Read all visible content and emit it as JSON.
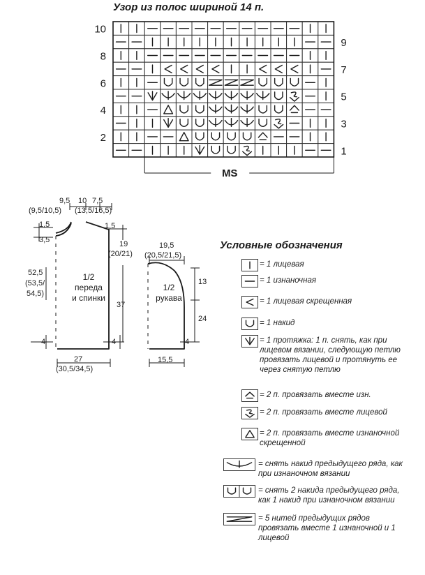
{
  "chart_title": "Узор из полос шириной 14 п.",
  "grid": {
    "cols": 14,
    "rows_top_to_bottom": [
      {
        "n": "10",
        "side": "left",
        "cells": [
          "|",
          "|",
          "-",
          "-",
          "-",
          "-",
          "-",
          "-",
          "-",
          "-",
          "-",
          "-",
          "|",
          "|"
        ]
      },
      {
        "n": "9",
        "side": "right",
        "cells": [
          "-",
          "-",
          "|",
          "|",
          "|",
          "|",
          "|",
          "|",
          "|",
          "|",
          "|",
          "|",
          "-",
          "-"
        ]
      },
      {
        "n": "8",
        "side": "left",
        "cells": [
          "|",
          "|",
          "-",
          "-",
          "-",
          "-",
          "-",
          "-",
          "-",
          "-",
          "-",
          "-",
          "|",
          "|"
        ]
      },
      {
        "n": "7",
        "side": "right",
        "cells": [
          "-",
          "-",
          "|",
          "<",
          "<",
          "<",
          "<",
          "|",
          "|",
          "<",
          "<",
          "<",
          "|",
          "-"
        ]
      },
      {
        "n": "6",
        "side": "left",
        "cells": [
          "|",
          "|",
          "-",
          "U",
          "U",
          "U",
          "Z",
          "Z",
          "Z",
          "U",
          "U",
          "U",
          "-",
          "|"
        ]
      },
      {
        "n": "5",
        "side": "right",
        "cells": [
          "-",
          "-",
          "v",
          "W",
          "W",
          "W",
          "W",
          "W",
          "W",
          "W",
          "U",
          "s",
          "-",
          "|"
        ]
      },
      {
        "n": "4",
        "side": "left",
        "cells": [
          "|",
          "|",
          "-",
          "tri",
          "U",
          "U",
          "W",
          "W",
          "W",
          "U",
          "U",
          "p",
          "-",
          "-"
        ]
      },
      {
        "n": "3",
        "side": "right",
        "cells": [
          "-",
          "|",
          "|",
          "v",
          "U",
          "U",
          "W",
          "W",
          "W",
          "U",
          "s",
          "-",
          "|",
          "|"
        ]
      },
      {
        "n": "2",
        "side": "left",
        "cells": [
          "|",
          "|",
          "-",
          "-",
          "tri",
          "U",
          "U",
          "U",
          "U",
          "p",
          "-",
          "-",
          "|",
          "|"
        ]
      },
      {
        "n": "1",
        "side": "right",
        "cells": [
          "-",
          "-",
          "|",
          "|",
          "|",
          "v",
          "U",
          "U",
          "s",
          "|",
          "|",
          "|",
          "-",
          "-"
        ]
      }
    ],
    "repeat_label": "MS"
  },
  "pieces": {
    "body": {
      "label_lines": [
        "1/2",
        "переда",
        "и спинки"
      ],
      "dims": {
        "top_a": "9,5",
        "top_b": "10",
        "top_c": "7,5",
        "top_sizes_a": "(9,5/10,5)",
        "top_sizes_b": "(13,5/16,5)",
        "neck_side": "1,5",
        "neck_depth": "3,5",
        "shoulder_drop": "1,5",
        "armhole": "19",
        "armhole_sizes": "(20/21)",
        "length": "52,5",
        "length_s1": "(53,5/",
        "length_s2": "54,5)",
        "side": "37",
        "rib_left": "4",
        "rib_right": "4",
        "width": "27",
        "width_sizes": "(30,5/34,5)"
      }
    },
    "sleeve": {
      "label_lines": [
        "1/2",
        "рукава"
      ],
      "dims": {
        "top": "19,5",
        "top_sizes": "(20,5/21,5)",
        "cap": "13",
        "seam": "24",
        "rib": "4",
        "cuff": "15,5"
      }
    }
  },
  "legend": {
    "title": "Условные обозначения",
    "items": [
      {
        "icon": "knit-icon",
        "text": "= 1 лицевая"
      },
      {
        "icon": "purl-icon",
        "text": "= 1 изнаночная"
      },
      {
        "icon": "knit-crossed-icon",
        "text": "= 1 лицевая скрещенная"
      },
      {
        "icon": "yarn-over-icon",
        "text": "= 1 накид"
      },
      {
        "icon": "pull-through-icon",
        "text": "= 1 протяжка: 1 п. снять, как при лицевом вязании, следующую петлю провязать лицевой и протянуть ее через снятую петлю"
      },
      {
        "icon": "k2tog-purl-icon",
        "text": "= 2 п. провязать вместе изн."
      },
      {
        "icon": "k2tog-knit-icon",
        "text": "= 2 п. провязать вместе лицевой"
      },
      {
        "icon": "k2tog-purl-crossed-icon",
        "text": "= 2 п. провязать вместе изнаночной скрещенной"
      },
      {
        "icon": "slip-yo-icon",
        "text": "= снять накид предыдущего ряда, как при изнаночном вязании"
      },
      {
        "icon": "slip-2yo-icon",
        "text": "= снять 2 накида предыдущего ряда, как 1 накид при изнаночном вязании"
      },
      {
        "icon": "five-strands-icon",
        "text": "= 5 нитей предыдущих рядов провязать вместе 1 изнаночной и 1 лицевой"
      }
    ]
  },
  "colors": {
    "ink": "#1a1a1a",
    "grid": "#333333",
    "paper": "#ffffff"
  }
}
